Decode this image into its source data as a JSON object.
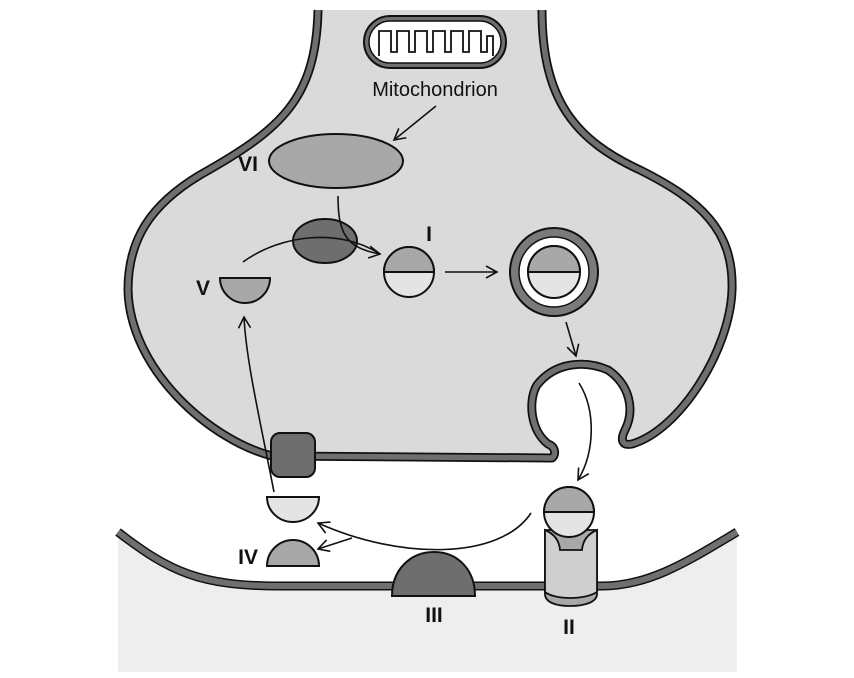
{
  "labels": {
    "mitochondrion": "Mitochondrion",
    "I": "I",
    "II": "II",
    "III": "III",
    "IV": "IV",
    "V": "V",
    "VI": "VI"
  },
  "colors": {
    "membrane": "#6f6f6f",
    "cytoplasm": "#dadada",
    "postsynaptic": "#eeeeee",
    "dark": "#6e6e6e",
    "medium": "#a8a8a8",
    "light": "#e4e4e4"
  }
}
